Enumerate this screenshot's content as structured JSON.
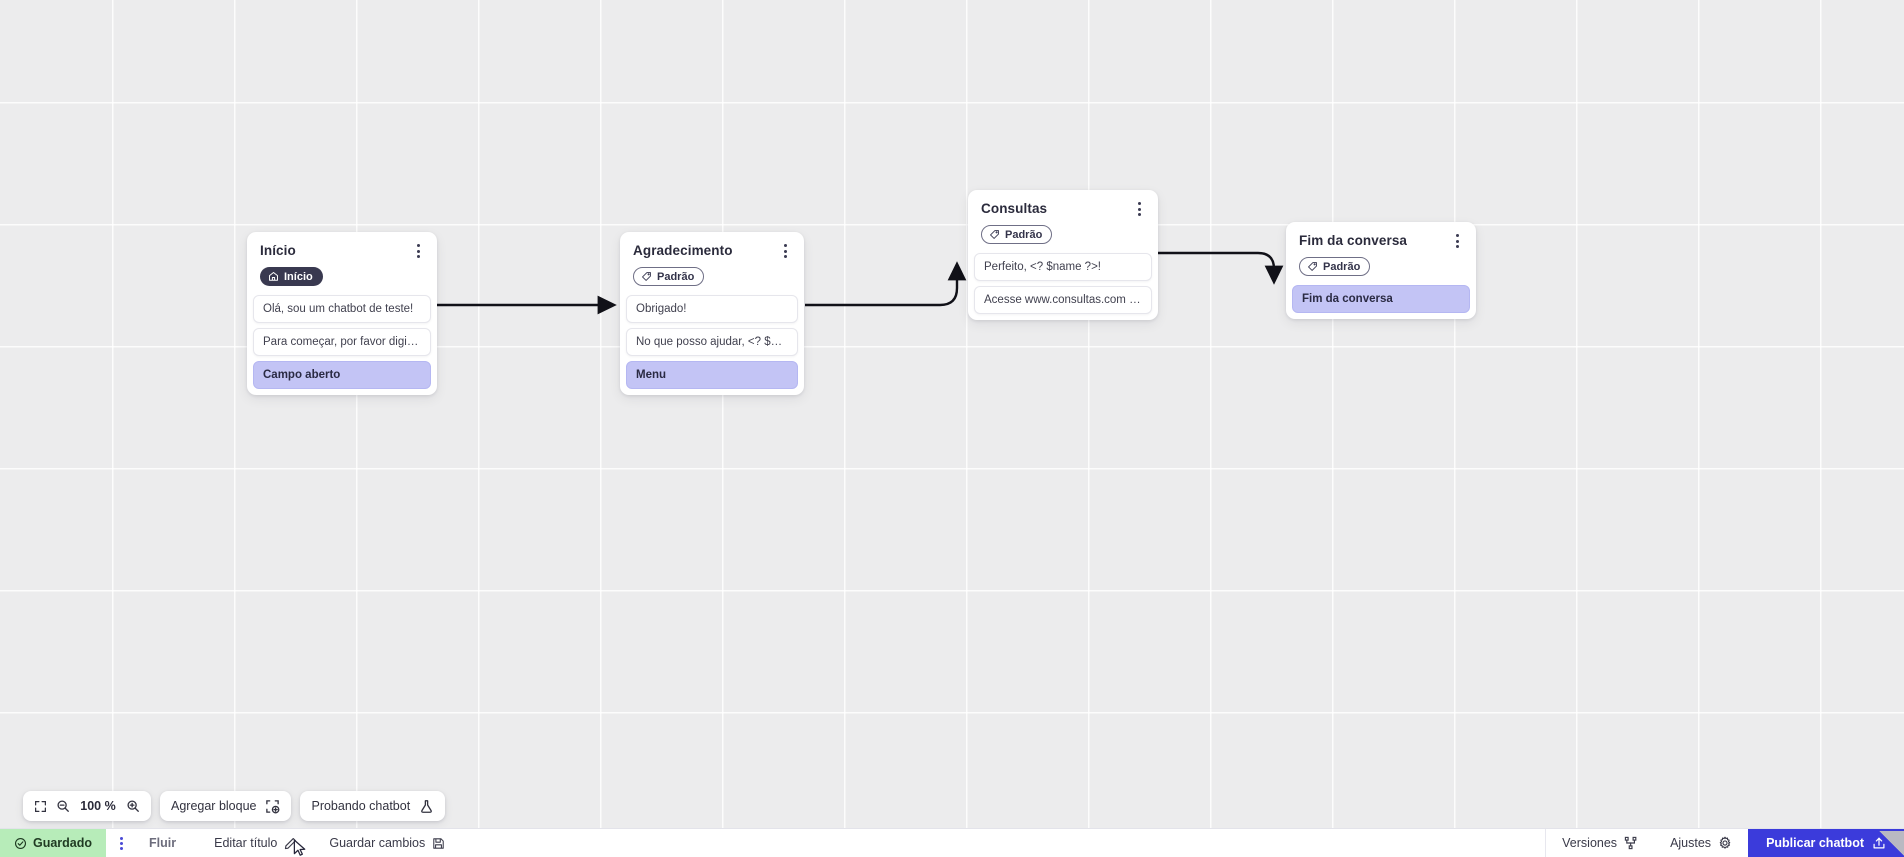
{
  "canvas": {
    "background_color": "#ececed",
    "grid": true
  },
  "nodes": [
    {
      "id": "inicio",
      "title": "Início",
      "badge": {
        "type": "home",
        "label": "Início",
        "icon": "home-icon"
      },
      "messages": [
        {
          "text": "Olá, sou um chatbot de teste!",
          "highlight": false
        },
        {
          "text": "Para começar, por favor digite o ...",
          "highlight": false
        },
        {
          "text": "Campo aberto",
          "highlight": true
        }
      ]
    },
    {
      "id": "agradecimento",
      "title": "Agradecimento",
      "badge": {
        "type": "default",
        "label": "Padrão",
        "icon": "tag-icon"
      },
      "messages": [
        {
          "text": "Obrigado!",
          "highlight": false
        },
        {
          "text": "No que posso ajudar, <? $name ...",
          "highlight": false
        },
        {
          "text": "Menu",
          "highlight": true
        }
      ]
    },
    {
      "id": "consultas",
      "title": "Consultas",
      "badge": {
        "type": "default",
        "label": "Padrão",
        "icon": "tag-icon"
      },
      "messages": [
        {
          "text": "Perfeito, <? $name ?>!",
          "highlight": false
        },
        {
          "text": "Acesse www.consultas.com par...",
          "highlight": false
        }
      ]
    },
    {
      "id": "fim-da-conversa",
      "title": "Fim da conversa",
      "badge": {
        "type": "default",
        "label": "Padrão",
        "icon": "tag-icon"
      },
      "messages": [
        {
          "text": "Fim da conversa",
          "highlight": true
        }
      ]
    }
  ],
  "toolbar": {
    "fit_icon": "fit-screen-icon",
    "zoom_out_icon": "zoom-out-icon",
    "zoom_level": "100 %",
    "zoom_in_icon": "zoom-in-icon",
    "add_block_label": "Agregar bloque",
    "add_block_icon": "add-block-icon",
    "test_chatbot_label": "Probando chatbot",
    "test_chatbot_icon": "flask-icon"
  },
  "statusbar": {
    "saved_label": "Guardado",
    "saved_icon": "check-circle-icon",
    "saved_bg": "#b7ecb9",
    "menu_icon": "kebab-menu-icon",
    "flow_label": "Fluir",
    "edit_title_label": "Editar título",
    "edit_title_icon": "pencil-icon",
    "save_changes_label": "Guardar cambios",
    "save_changes_icon": "save-disk-icon",
    "versions_label": "Versiones",
    "versions_icon": "branch-icon",
    "settings_label": "Ajustes",
    "settings_icon": "gear-icon",
    "publish_label": "Publicar chatbot",
    "publish_icon": "upload-icon",
    "publish_color": "#3b3bdb"
  }
}
